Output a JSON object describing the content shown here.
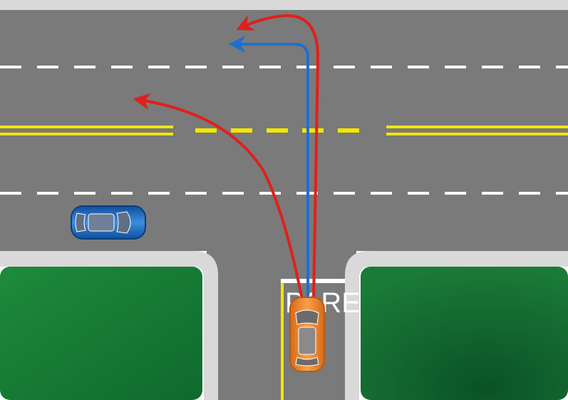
{
  "scene": {
    "type": "traffic-intersection-diagram",
    "stop_marking_text": "PARE",
    "colors": {
      "road": "#7a7a7a",
      "curb": "#d9d9d9",
      "grass_light": "#1f8a3c",
      "grass_dark": "#0d5c2a",
      "lane_line_white": "#ffffff",
      "center_line_yellow": "#f2e600",
      "route_red": "#e0201c",
      "route_blue": "#1f6fd1",
      "car_orange": "#f08a2c",
      "car_blue": "#1a62b8"
    },
    "routes": [
      {
        "name": "red-left-turn-far-lane",
        "color": "#e0201c"
      },
      {
        "name": "red-left-turn-near-far-side",
        "color": "#e0201c"
      },
      {
        "name": "blue-left-turn",
        "color": "#1f6fd1"
      }
    ],
    "vehicles": [
      {
        "name": "orange-car",
        "color": "#f08a2c",
        "heading": "north"
      },
      {
        "name": "blue-car",
        "color": "#1a62b8",
        "heading": "east"
      }
    ]
  }
}
